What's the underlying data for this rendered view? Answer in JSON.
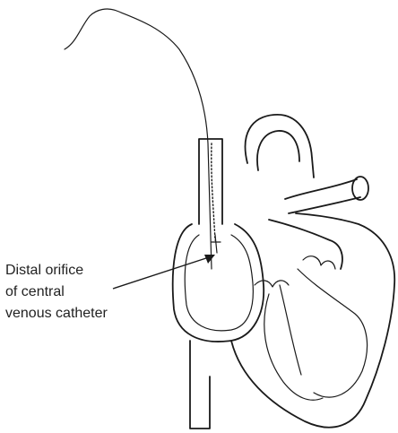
{
  "diagram": {
    "label_lines": [
      "Distal orifice",
      "of central",
      "venous catheter"
    ],
    "ink_color": "#1a1a1a",
    "background_color": "#ffffff"
  }
}
